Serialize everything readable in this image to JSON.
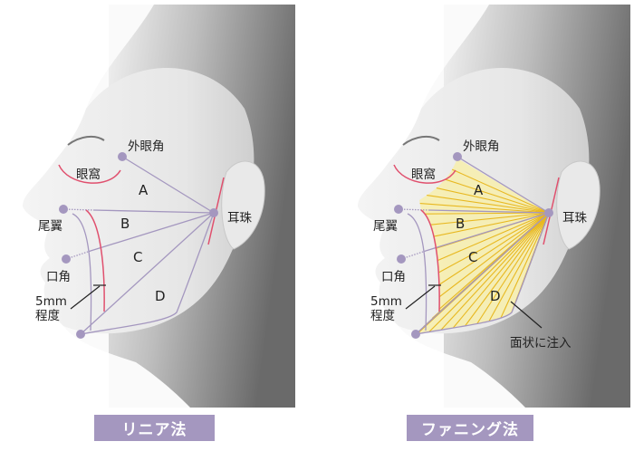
{
  "colors": {
    "landmark": "#a497bf",
    "red_line": "#e0506e",
    "fan": "#f6eeb0",
    "ray": "#e8b820",
    "badge": "#a497bf"
  },
  "labels": {
    "outer_eye": "外眼角",
    "orbit": "眼窩",
    "nose_wing": "尾翼",
    "mouth_corner": "口角",
    "margin_line1": "5mm",
    "margin_line2": "程度",
    "tragus": "耳珠",
    "zones": [
      "A",
      "B",
      "C",
      "D"
    ]
  },
  "fanning_note": "面状に注入",
  "methods": {
    "linear": "リニア法",
    "fanning": "ファニング法"
  }
}
